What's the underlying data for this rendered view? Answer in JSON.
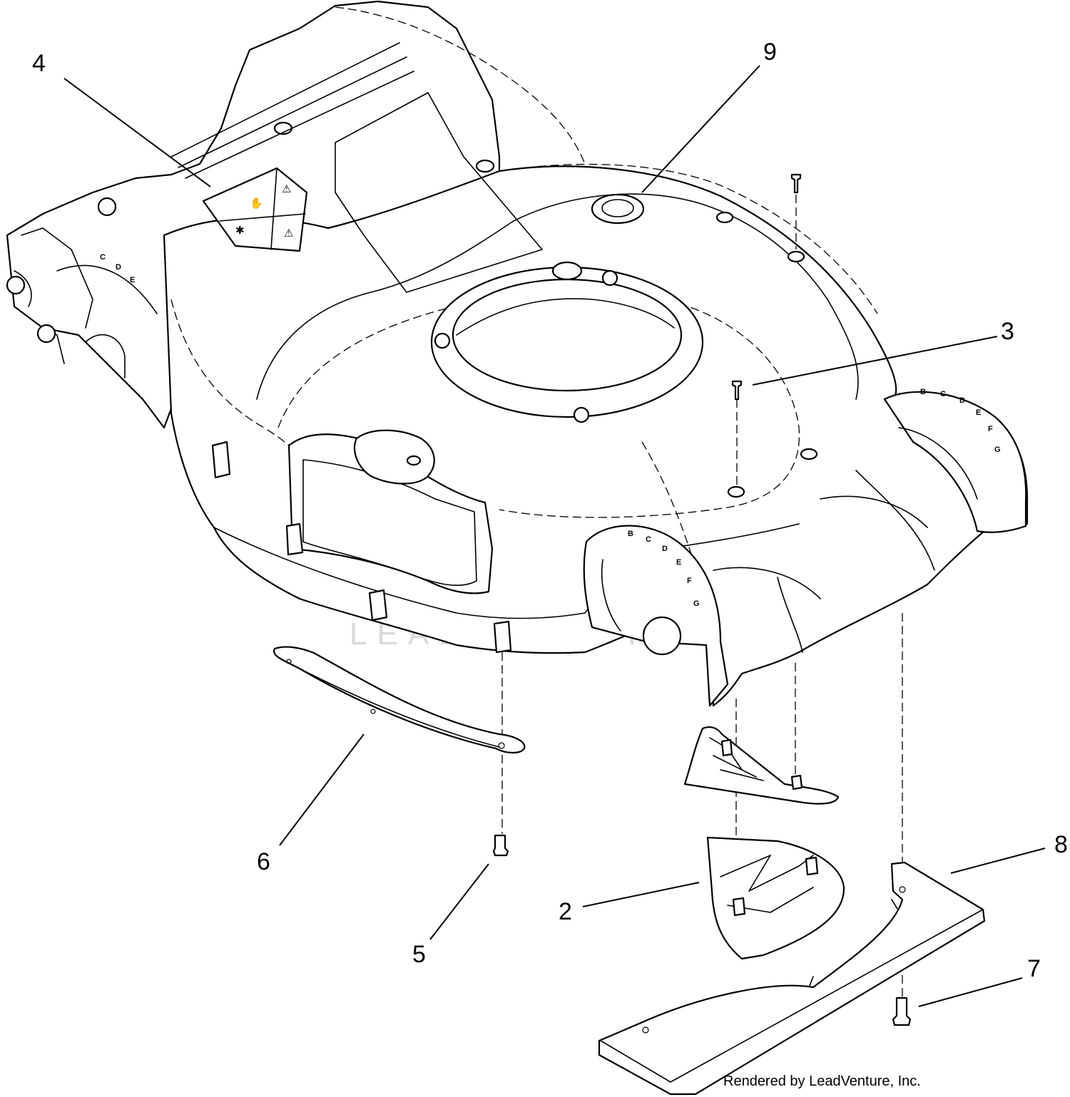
{
  "callouts": [
    {
      "id": "2",
      "label": "2"
    },
    {
      "id": "3",
      "label": "3"
    },
    {
      "id": "4",
      "label": "4"
    },
    {
      "id": "5",
      "label": "5"
    },
    {
      "id": "6",
      "label": "6"
    },
    {
      "id": "7",
      "label": "7"
    },
    {
      "id": "8",
      "label": "8"
    },
    {
      "id": "9",
      "label": "9"
    }
  ],
  "height_scale_letters": [
    "B",
    "C",
    "D",
    "E",
    "F",
    "G"
  ],
  "watermark": {
    "text": "LEADVENTURE",
    "color": "#d9d9d9"
  },
  "credit": "Rendered by LeadVenture, Inc.",
  "colors": {
    "line": "#000000",
    "background": "#ffffff",
    "watermark": "#d9d9d9"
  }
}
